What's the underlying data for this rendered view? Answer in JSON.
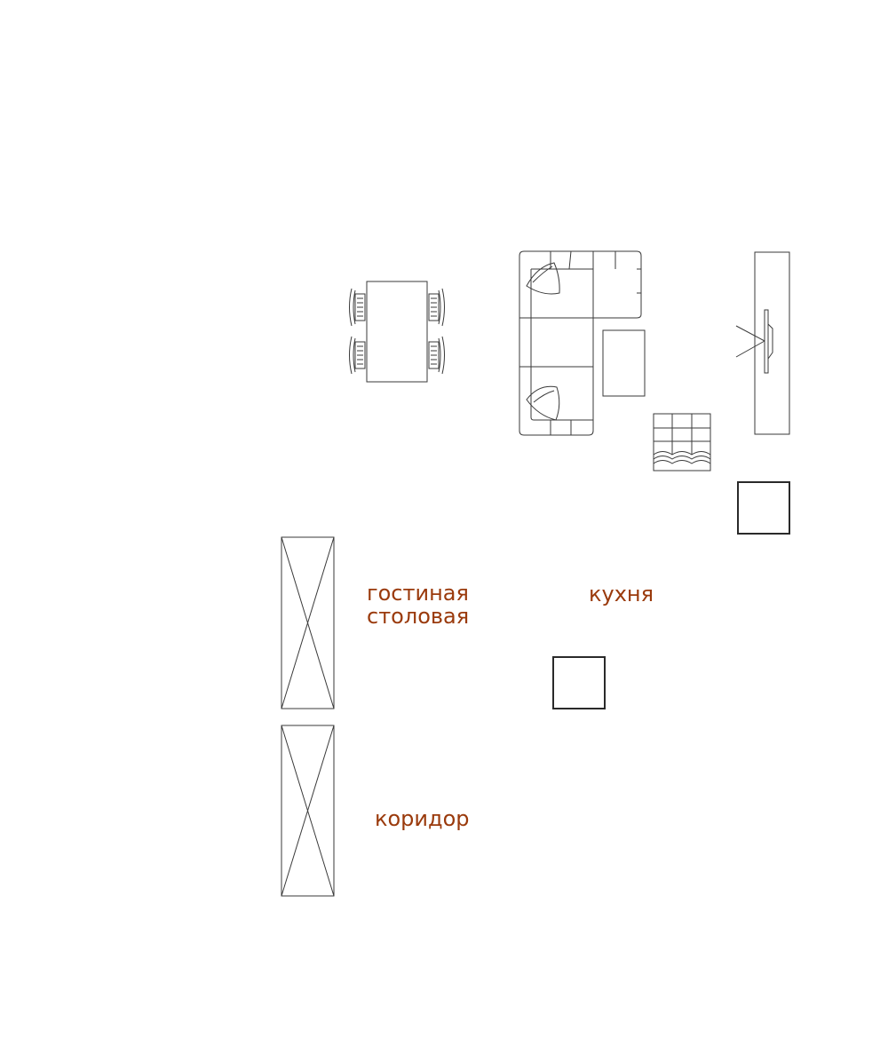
{
  "rooms": {
    "living": "гостиная",
    "dining": "столовая",
    "kitchen": "кухня",
    "corridor": "коридор"
  },
  "colors": {
    "label": "#9a3a0c",
    "line": "#3a3a3a",
    "background": "#ffffff"
  },
  "furniture": [
    "dining-table-icon",
    "dining-chair-icon",
    "corner-sofa-icon",
    "pillow-icon",
    "coffee-table-icon",
    "armchair-icon",
    "tv-stand-icon",
    "television-icon",
    "square-column-icon",
    "wardrobe-icon"
  ]
}
